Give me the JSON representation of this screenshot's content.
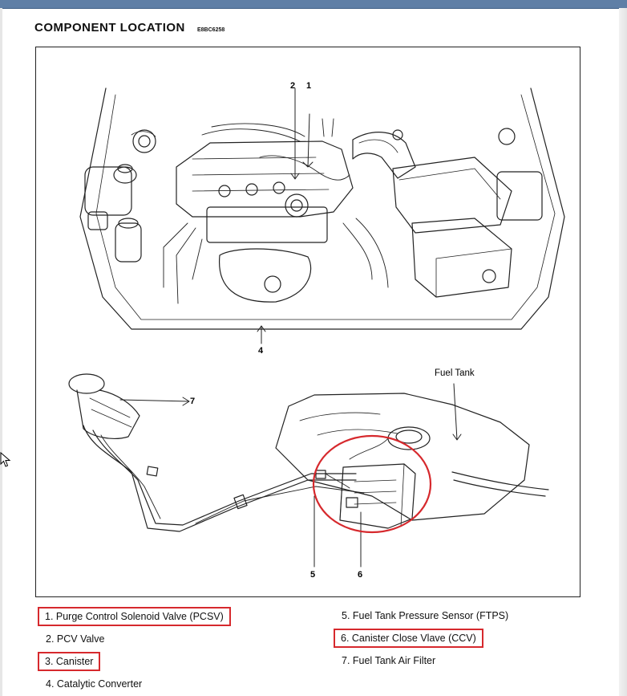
{
  "header": {
    "title": "COMPONENT LOCATION",
    "code": "E8BC6258"
  },
  "figure": {
    "callouts": {
      "n1": "1",
      "n2": "2",
      "n4": "4",
      "n5": "5",
      "n6": "6",
      "n7": "7"
    },
    "fuel_tank_label": "Fuel Tank"
  },
  "legend": {
    "items": [
      {
        "text": "1. Purge Control Solenoid Valve (PCSV)",
        "highlighted": true
      },
      {
        "text": "2. PCV Valve",
        "highlighted": false
      },
      {
        "text": "3. Canister",
        "highlighted": true
      },
      {
        "text": "4. Catalytic Converter",
        "highlighted": false
      },
      {
        "text": "5. Fuel Tank Pressure Sensor (FTPS)",
        "highlighted": false
      },
      {
        "text": "6. Canister Close Vlave (CCV)",
        "highlighted": true
      },
      {
        "text": "7. Fuel Tank Air Filter",
        "highlighted": false
      }
    ]
  },
  "colors": {
    "highlight": "#d6292d",
    "window_bar": "#5f7fa6"
  }
}
